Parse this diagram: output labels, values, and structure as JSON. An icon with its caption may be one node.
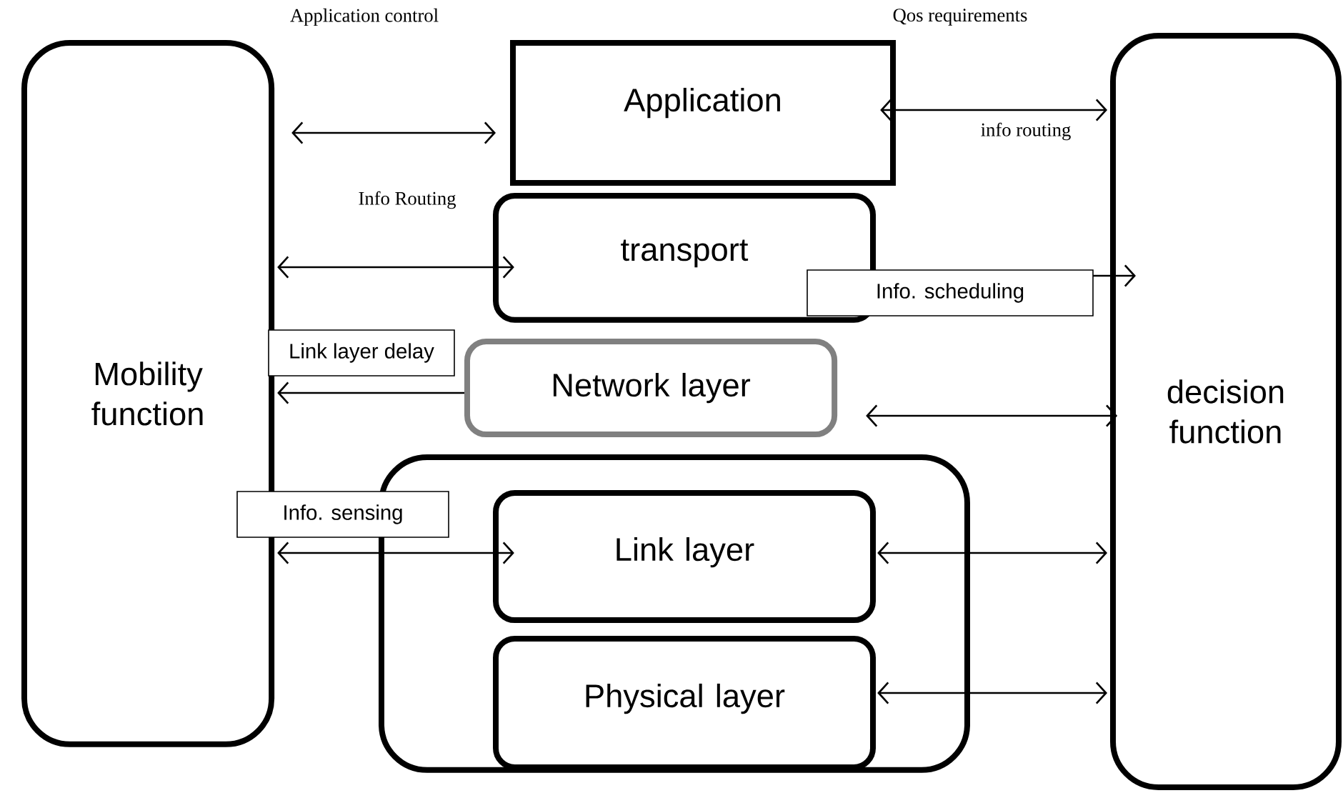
{
  "diagram": {
    "nodes": [
      {
        "text": [
          "Mobility function"
        ]
      },
      {
        "text": [
          "Application"
        ]
      },
      {
        "text": [
          "transport"
        ]
      },
      {
        "text": [
          "Network layer"
        ]
      },
      {
        "text": [],
        "shape": "box"
      },
      {
        "text": [
          "Link layer"
        ],
        "in": 4
      },
      {
        "text": [
          "Physical layer"
        ],
        "in": 4
      },
      {
        "text": [
          "decision function"
        ]
      }
    ],
    "edges": [
      {
        "from": 0,
        "to": 1,
        "arrow": "both"
      },
      {
        "from": 0,
        "to": 2,
        "arrow": "both"
      },
      {
        "from": 1,
        "to": 7,
        "arrow": "both"
      },
      {
        "from": 2,
        "to": 7,
        "arrow": "to",
        "label": "Info. scheduling"
      },
      {
        "from": 3,
        "to": 0,
        "arrow": "to",
        "label": "Link layer delay"
      },
      {
        "from": 3,
        "to": 7,
        "arrow": "both"
      },
      {
        "from": 0,
        "to": 5,
        "arrow": "both",
        "label": "Info. sensing"
      },
      {
        "from": 5,
        "to": 7,
        "arrow": "both"
      },
      {
        "from": 6,
        "to": 7,
        "arrow": "both"
      }
    ],
    "labels": [
      "Application control",
      "Qos requirements",
      "info routing",
      "Info Routing"
    ]
  }
}
